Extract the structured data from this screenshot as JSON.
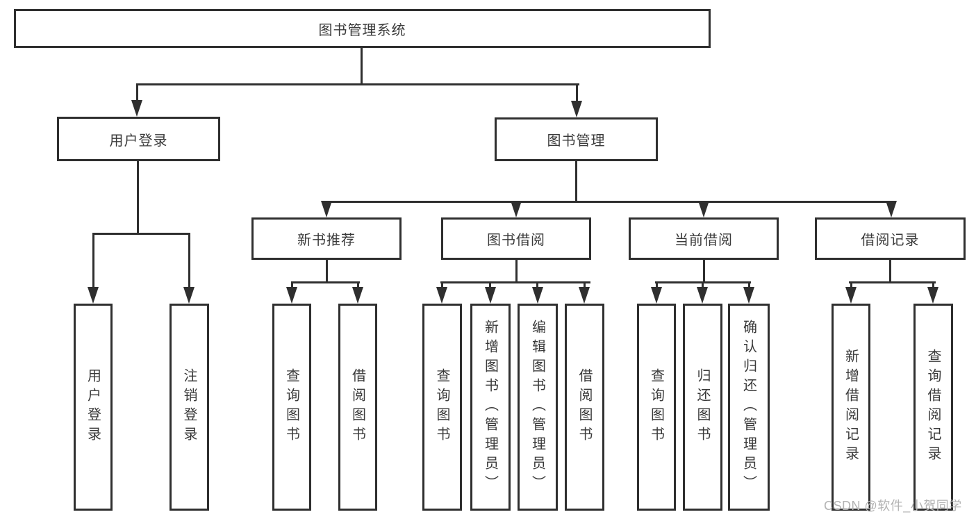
{
  "diagram": {
    "type": "hierarchy-tree",
    "title": "图书管理系统",
    "hierarchy": {
      "图书管理系统": {
        "用户登录": [
          "用户登录",
          "注销登录"
        ],
        "图书管理": {
          "新书推荐": [
            "查询图书",
            "借阅图书"
          ],
          "图书借阅": [
            "查询图书",
            "新增图书（管理员）",
            "编辑图书（管理员）",
            "借阅图书"
          ],
          "当前借阅": [
            "查询图书",
            "归还图书",
            "确认归还（管理员）"
          ],
          "借阅记录": [
            "新增借阅记录",
            "查询借阅记录"
          ]
        }
      }
    }
  },
  "nodes": {
    "root": "图书管理系统",
    "user_login": "用户登录",
    "book_mgmt": "图书管理",
    "new_book_rec": "新书推荐",
    "book_borrow": "图书借阅",
    "current_borrow": "当前借阅",
    "borrow_record": "借阅记录",
    "ul_login": "用户登录",
    "ul_logout": "注销登录",
    "nr_query": "查询图书",
    "nr_borrow": "借阅图书",
    "bb_query": "查询图书",
    "bb_add": "新增图书（管理员）",
    "bb_edit": "编辑图书（管理员）",
    "bb_borrow": "借阅图书",
    "cb_query": "查询图书",
    "cb_return": "归还图书",
    "cb_confirm": "确认归还（管理员）",
    "br_add": "新增借阅记录",
    "br_query": "查询借阅记录"
  },
  "watermark": "CSDN @软件_小贺同学",
  "colors": {
    "line": "#2f2f2f",
    "box_border": "#2f2f2f",
    "box_fill": "#ffffff",
    "text": "#3a3a3a",
    "watermark": "#b3b3b3",
    "background": "#ffffff"
  }
}
